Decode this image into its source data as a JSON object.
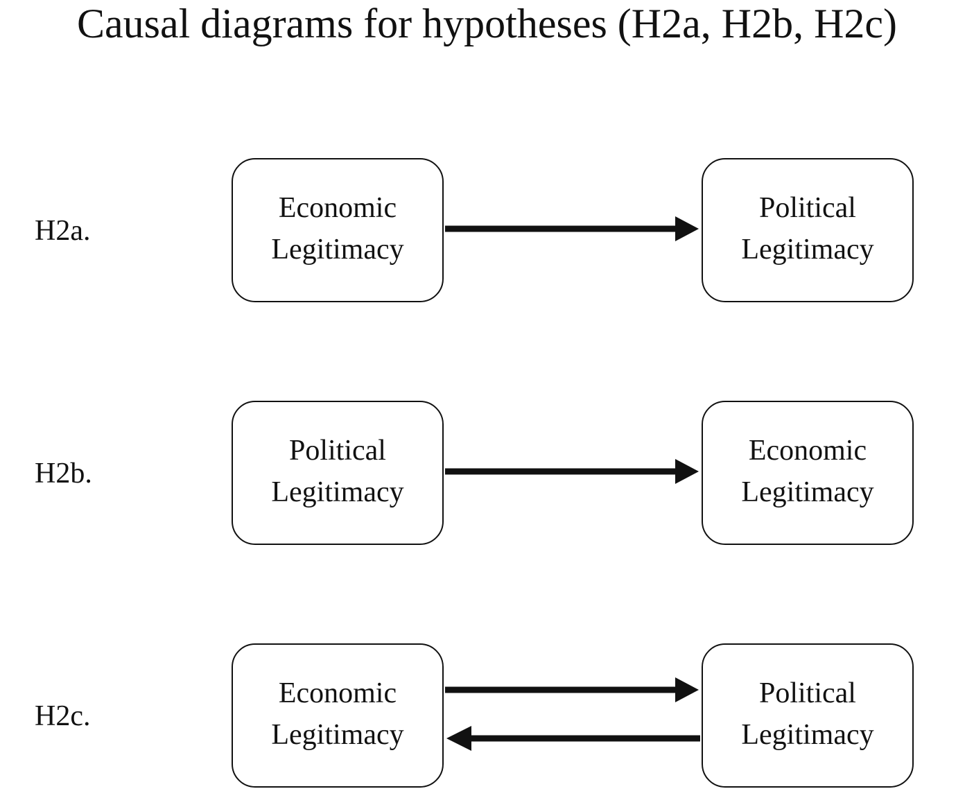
{
  "title": "Causal diagrams  for hypotheses (H2a, H2b, H2c)",
  "rows": [
    {
      "label": "H2a.",
      "left_node": [
        "Economic",
        "Legitimacy"
      ],
      "right_node": [
        "Political",
        "Legitimacy"
      ],
      "arrows": [
        "left-to-right"
      ]
    },
    {
      "label": "H2b.",
      "left_node": [
        "Political",
        "Legitimacy"
      ],
      "right_node": [
        "Economic",
        "Legitimacy"
      ],
      "arrows": [
        "left-to-right"
      ]
    },
    {
      "label": "H2c.",
      "left_node": [
        "Economic",
        "Legitimacy"
      ],
      "right_node": [
        "Political",
        "Legitimacy"
      ],
      "arrows": [
        "left-to-right",
        "right-to-left"
      ]
    }
  ]
}
